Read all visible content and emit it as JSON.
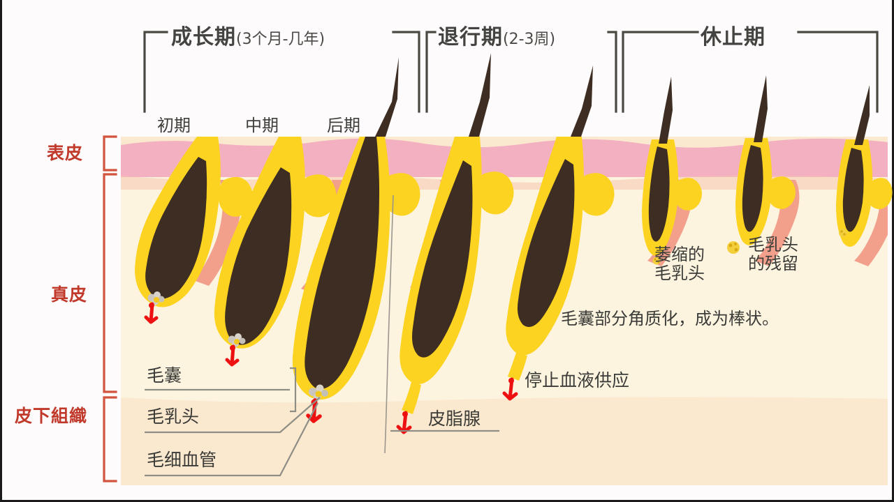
{
  "diagram": {
    "title_phases": [
      {
        "name": "成长期",
        "duration": "(3个月-几年)"
      },
      {
        "name": "退行期",
        "duration": "(2-3周)"
      },
      {
        "name": "休止期",
        "duration": ""
      }
    ],
    "substages": [
      "初期",
      "中期",
      "后期"
    ],
    "skin_layers": [
      {
        "label": "表皮",
        "color": "#f3afc0"
      },
      {
        "label": "真皮",
        "color": "#fbf0d8"
      },
      {
        "label": "皮下組織",
        "color": "#fbe9cf"
      }
    ],
    "callouts": {
      "follicle": "毛囊",
      "papilla": "毛乳头",
      "capillary": "毛细血管",
      "sebaceous": "皮脂腺",
      "blood_stop": "停止血液供应",
      "atrophied_papilla_line1": "萎缩的",
      "atrophied_papilla_line2": "毛乳头",
      "papilla_remnant_line1": "毛乳头",
      "papilla_remnant_line2": "的残留"
    },
    "note": "毛囊部分角质化，成为棒状。",
    "colors": {
      "epidermis": "#f3afc0",
      "dermis": "#fbf0d8",
      "subcutis": "#fbe9cf",
      "follicle_sheath": "#fbd320",
      "hair_shaft": "#3d2d22",
      "muscle": "#f2a08b",
      "capillary_red": "#ee1111",
      "papilla_grey": "#c9c5bd",
      "bracket": "#4a4a42",
      "layer_label_red": "#c0392b",
      "leader_line": "#8e8e86"
    }
  }
}
